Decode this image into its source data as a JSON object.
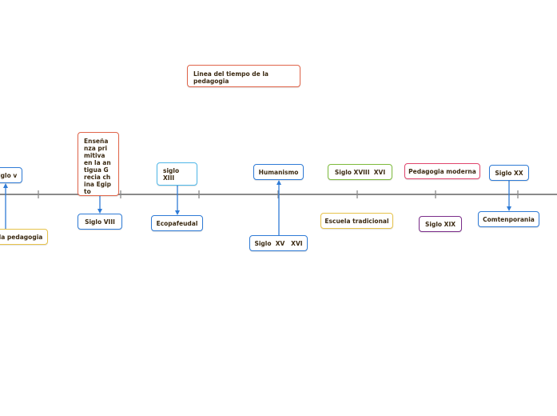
{
  "title": "Linea del tiempo de la pedagogia",
  "timeline_nodes": [
    {
      "id": "siglo_v",
      "label": "Siglo v"
    },
    {
      "id": "historia",
      "label": "la pedagogia"
    },
    {
      "id": "ensenanza",
      "label": "Enseñanza primitiva en la antigua Grecia china Egipto"
    },
    {
      "id": "siglo_viii",
      "label": "Siglo VIII"
    },
    {
      "id": "siglo_xiii",
      "label": "siglo XIII"
    },
    {
      "id": "ecopafeudal",
      "label": "Ecopafeudal"
    },
    {
      "id": "humanismo",
      "label": "Humanismo"
    },
    {
      "id": "siglo_xv_xvi",
      "label": "Siglo  XV   XVI"
    },
    {
      "id": "siglo_xviii",
      "label": "Siglo XVIII  XVI"
    },
    {
      "id": "escuela_tradicional",
      "label": "Escuela tradicional"
    },
    {
      "id": "pedagogia_moderna",
      "label": "Pedagogia moderna"
    },
    {
      "id": "siglo_xix",
      "label": "Siglo XIX"
    },
    {
      "id": "siglo_xx",
      "label": "Siglo XX"
    },
    {
      "id": "contemporania",
      "label": "Comtenporania"
    }
  ],
  "colors": {
    "axis": "#8a8a8a",
    "arrow": "#2f7bd6",
    "title_border": "#e0654a",
    "ensenanza_border": "#e0654a",
    "siglo_xiii_border": "#4fb7e8",
    "siglo_xviii_border": "#7dbb3c",
    "escuela_border": "#e6c24a",
    "historia_border": "#e6c24a",
    "moderna_border": "#e0456d",
    "siglo_xix_border": "#7b2d8a",
    "default_border": "#2f7bd6",
    "text": "#3b2a12"
  }
}
